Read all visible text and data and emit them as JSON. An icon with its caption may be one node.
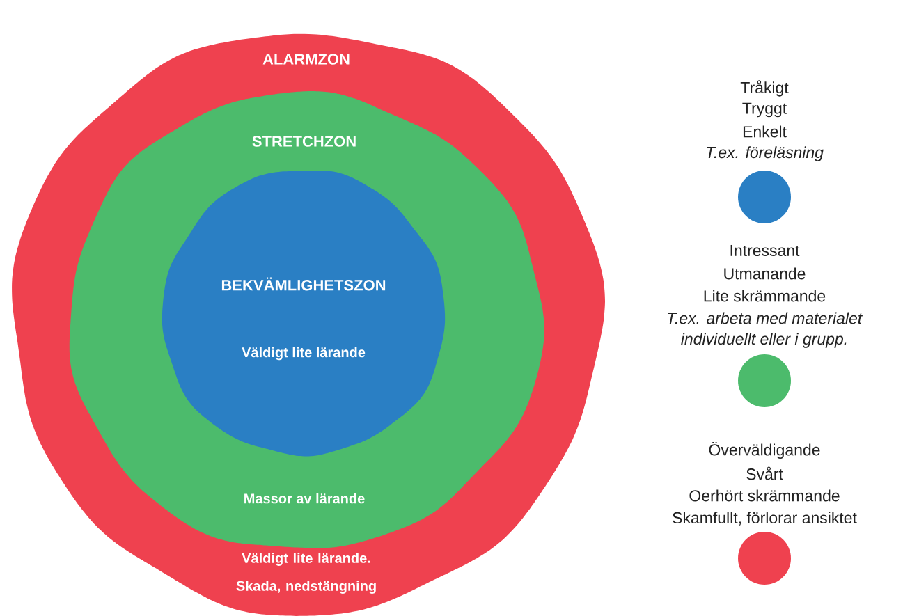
{
  "diagram": {
    "nodes": [
      {
        "text": [
          "ALARMZON",
          "Väldigt lite lärande. Skada, nedstängning"
        ]
      },
      {
        "text": [
          "STRETCHZON",
          "Massor av lärande"
        ],
        "in": 0
      },
      {
        "text": [
          "BEKVÄMLIGHETSZON",
          "Väldigt lite lärande"
        ],
        "in": 1
      },
      {
        "text": [],
        "shape": "circle",
        "beside": [
          "Tråkigt",
          "Tryggt",
          "Enkelt",
          "*T.ex. föreläsning*"
        ]
      },
      {
        "text": [],
        "shape": "circle",
        "beside": [
          "Intressant",
          "Utmanande",
          "Lite skrämmande",
          "*T.ex. arbeta med materialet*",
          "*individuellt eller i grupp.*"
        ]
      },
      {
        "text": [],
        "shape": "circle",
        "beside": [
          "Överväldigande",
          "Svårt",
          "Oerhört skrämmande",
          "Skamfullt, förlorar ansiktet"
        ]
      }
    ],
    "edges": []
  }
}
